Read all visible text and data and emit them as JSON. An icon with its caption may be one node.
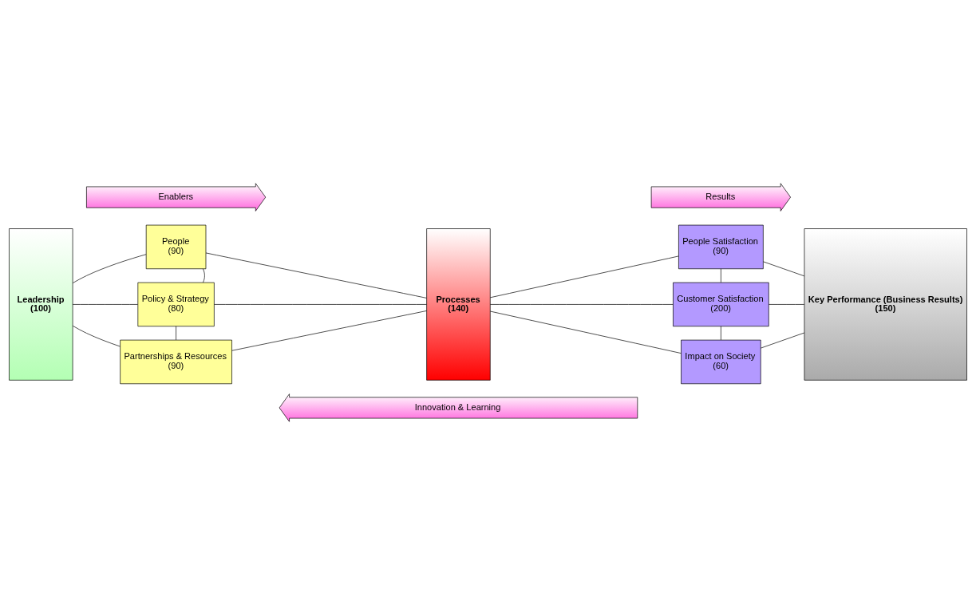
{
  "diagram": {
    "nodes": [
      {
        "text": [
          "Enablers"
        ]
      },
      {
        "text": [
          "Results"
        ]
      },
      {
        "text": [
          "Leadership",
          "(100)"
        ]
      },
      {
        "text": [
          "People",
          "(90)"
        ]
      },
      {
        "text": [
          "Policy & Strategy",
          "(80)"
        ]
      },
      {
        "text": [
          "Partnerships & Resources",
          "(90)"
        ]
      },
      {
        "text": [
          "Processes",
          "(140)"
        ]
      },
      {
        "text": [
          "People Satisfaction",
          "(90)"
        ]
      },
      {
        "text": [
          "Customer Satisfaction",
          "(200)"
        ]
      },
      {
        "text": [
          "Impact on Society",
          "(60)"
        ]
      },
      {
        "text": [
          "Key Performance (Business Results)",
          "(150)"
        ]
      },
      {
        "text": [
          "Innovation & Learning"
        ]
      }
    ],
    "edges": [
      {
        "from": 2,
        "to": 3,
        "arrow": "none"
      },
      {
        "from": 2,
        "to": 4,
        "arrow": "none"
      },
      {
        "from": 2,
        "to": 5,
        "arrow": "none"
      },
      {
        "from": 3,
        "to": 4,
        "arrow": "none"
      },
      {
        "from": 4,
        "to": 5,
        "arrow": "none"
      },
      {
        "from": 3,
        "to": 6,
        "arrow": "none"
      },
      {
        "from": 4,
        "to": 6,
        "arrow": "none"
      },
      {
        "from": 5,
        "to": 6,
        "arrow": "none"
      },
      {
        "from": 6,
        "to": 7,
        "arrow": "none"
      },
      {
        "from": 6,
        "to": 8,
        "arrow": "none"
      },
      {
        "from": 6,
        "to": 9,
        "arrow": "none"
      },
      {
        "from": 7,
        "to": 8,
        "arrow": "none"
      },
      {
        "from": 8,
        "to": 9,
        "arrow": "none"
      },
      {
        "from": 7,
        "to": 10,
        "arrow": "none"
      },
      {
        "from": 8,
        "to": 10,
        "arrow": "none"
      },
      {
        "from": 9,
        "to": 10,
        "arrow": "none"
      }
    ]
  }
}
